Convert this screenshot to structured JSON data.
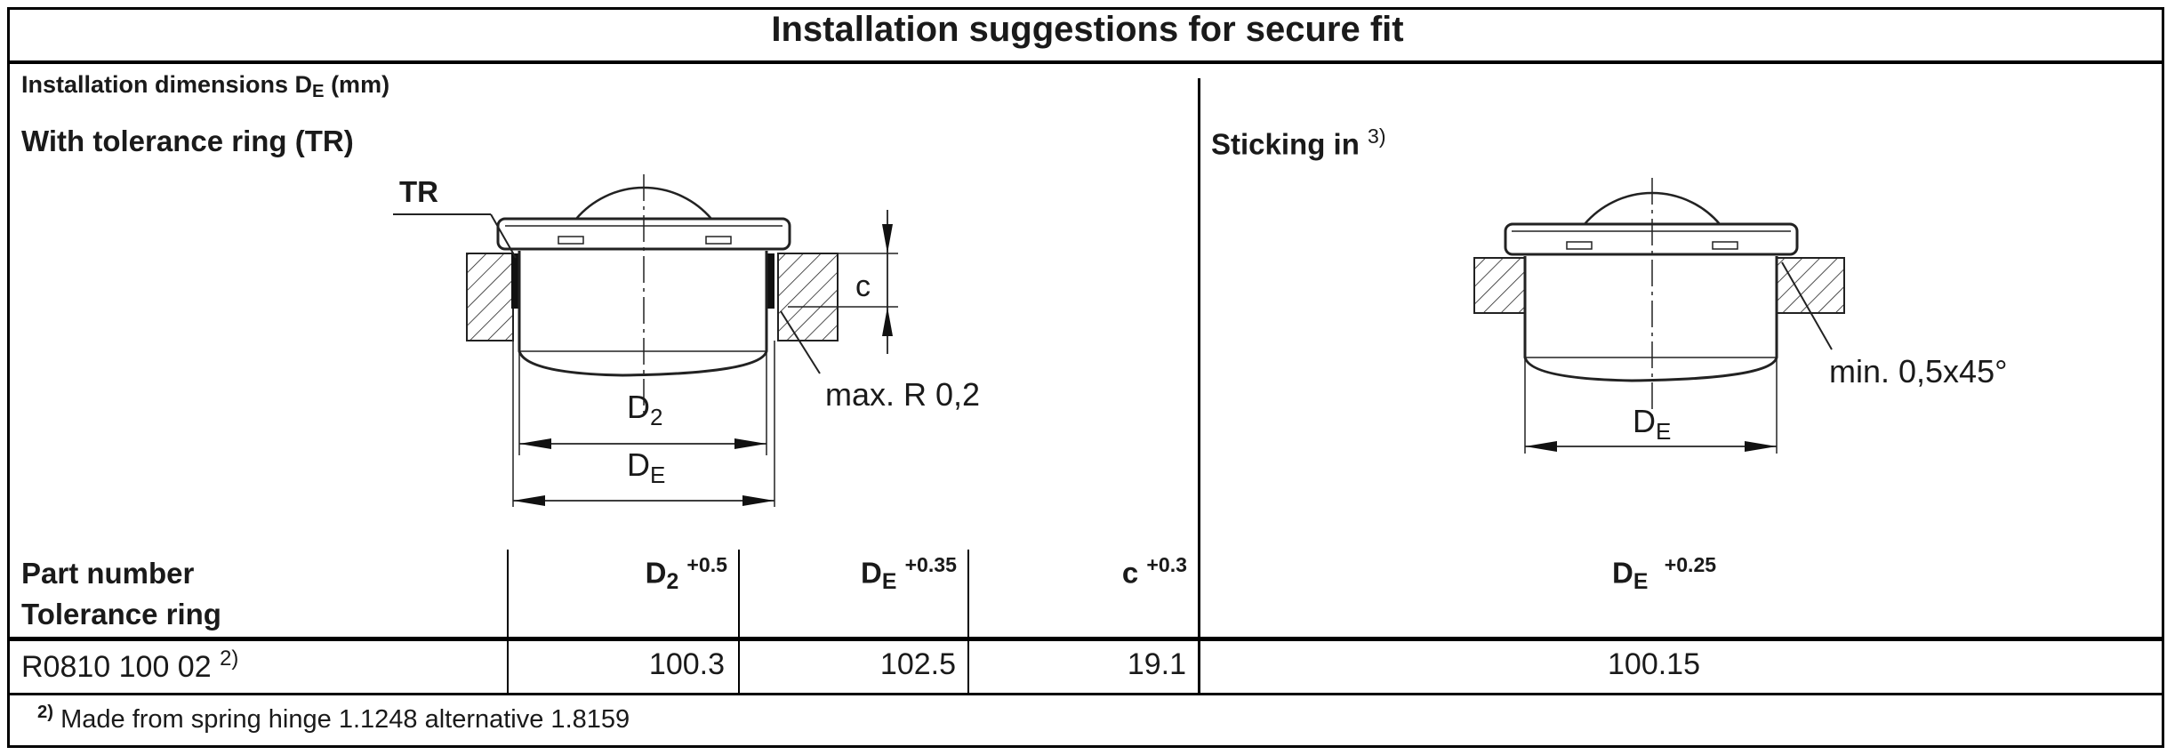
{
  "title": "Installation suggestions for secure fit",
  "install_dims": {
    "label": "Installation dimensions D",
    "sub": "E",
    "unit": " (mm)"
  },
  "left_section": {
    "heading": "With tolerance ring (TR)"
  },
  "right_section": {
    "heading": "Sticking in",
    "sup": "3)"
  },
  "left_drawing": {
    "tr_label": "TR",
    "c_label": "c",
    "radius_note": "max. R 0,2",
    "d2_label": "D",
    "d2_sub": "2",
    "de_label": "D",
    "de_sub": "E"
  },
  "right_drawing": {
    "chamfer_note": "min. 0,5x45°",
    "de_label": "D",
    "de_sub": "E"
  },
  "table": {
    "header": {
      "part_line1": "Part number",
      "part_line2": "Tolerance ring",
      "d2": "D",
      "d2_sub": "2",
      "d2_tol": "+0.5",
      "de": "D",
      "de_sub": "E",
      "de_tol": "+0.35",
      "c": "c",
      "c_tol": "+0.3",
      "de2": "D",
      "de2_sub": "E",
      "de2_tol": "+0.25"
    },
    "row": {
      "part": "R0810 100 02",
      "part_sup": "2)",
      "d2": "100.3",
      "de": "102.5",
      "c": "19.1",
      "de2": "100.15"
    }
  },
  "footnote": {
    "mark": "2)",
    "text": "Made from spring hinge 1.1248 alternative 1.8159"
  }
}
